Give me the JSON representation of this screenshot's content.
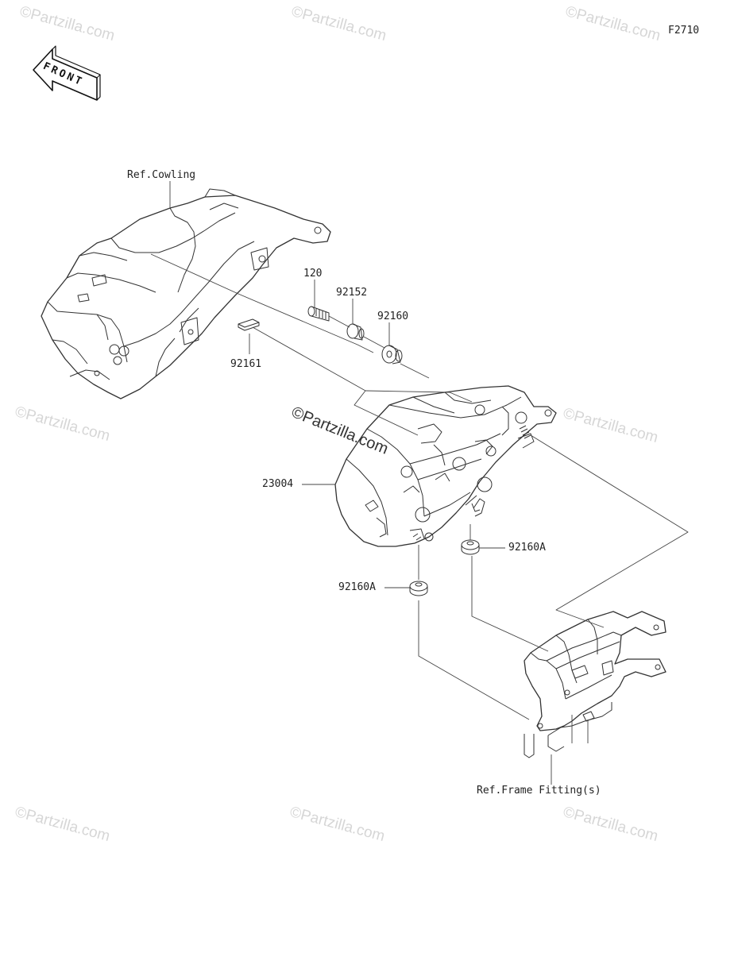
{
  "diagram_code": "F2710",
  "front_label": "FRONT",
  "watermark": "©Partzilla.com",
  "labels": {
    "ref_cowling": "Ref.Cowling",
    "p120": "120",
    "p92152": "92152",
    "p92160": "92160",
    "p92161": "92161",
    "p23004": "23004",
    "p92160a_right": "92160A",
    "p92160a_left": "92160A",
    "ref_frame": "Ref.Frame Fitting(s)"
  },
  "colors": {
    "line": "#333333",
    "watermark": "#d6d6d6"
  }
}
